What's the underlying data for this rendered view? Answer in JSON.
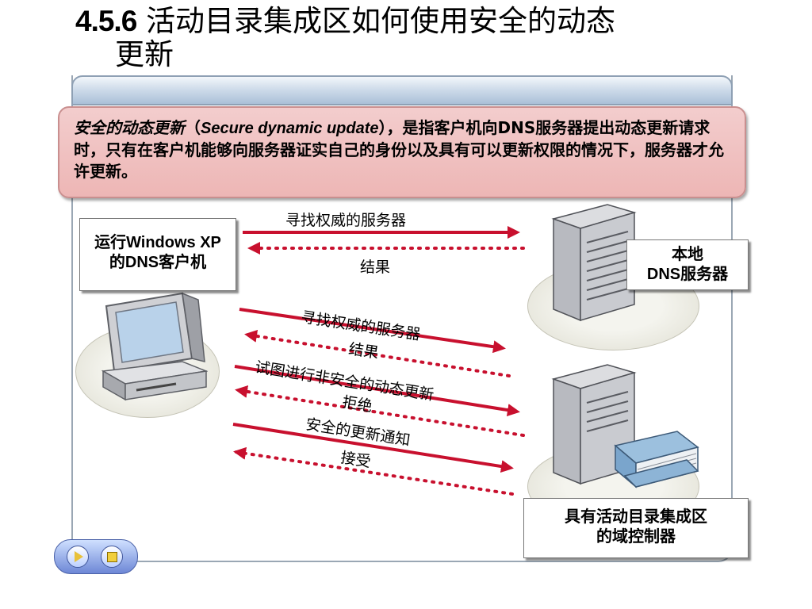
{
  "title": {
    "number": "4.5.6",
    "line1": "活动目录集成区如何使用安全的动态",
    "line2": "更新"
  },
  "callout": {
    "term": "安全的动态更新",
    "open_paren": "（",
    "term_en": "Secure dynamic update",
    "close_paren": "）",
    "body": "，是指客户机向DNS服务器提出动态更新请求时，只有在客户机能够向服务器证实自己的身份以及具有可以更新权限的情况下，服务器才允许更新。"
  },
  "nodes": {
    "client": {
      "line1": "运行Windows XP",
      "line2": "的DNS客户机"
    },
    "local_dns": {
      "line1": "本地",
      "line2": "DNS服务器"
    },
    "dc": {
      "line1": "具有活动目录集成区",
      "line2": "的域控制器"
    }
  },
  "messages": {
    "m1": "寻找权威的服务器",
    "m2": "结果",
    "m3": "寻找权威的服务器",
    "m4": "结果",
    "m5": "试图进行非安全的动态更新",
    "m6": "拒绝",
    "m7": "安全的更新通知",
    "m8": "接受"
  },
  "colors": {
    "arrow": "#c8102e",
    "callout_bg": "#f0c2c2",
    "header": "#b9cbe0"
  },
  "icons": {
    "client": "desktop-computer-icon",
    "server": "server-tower-icon",
    "directory": "directory-binder-icon",
    "nav_play": "play-icon",
    "nav_stop": "stop-icon"
  }
}
